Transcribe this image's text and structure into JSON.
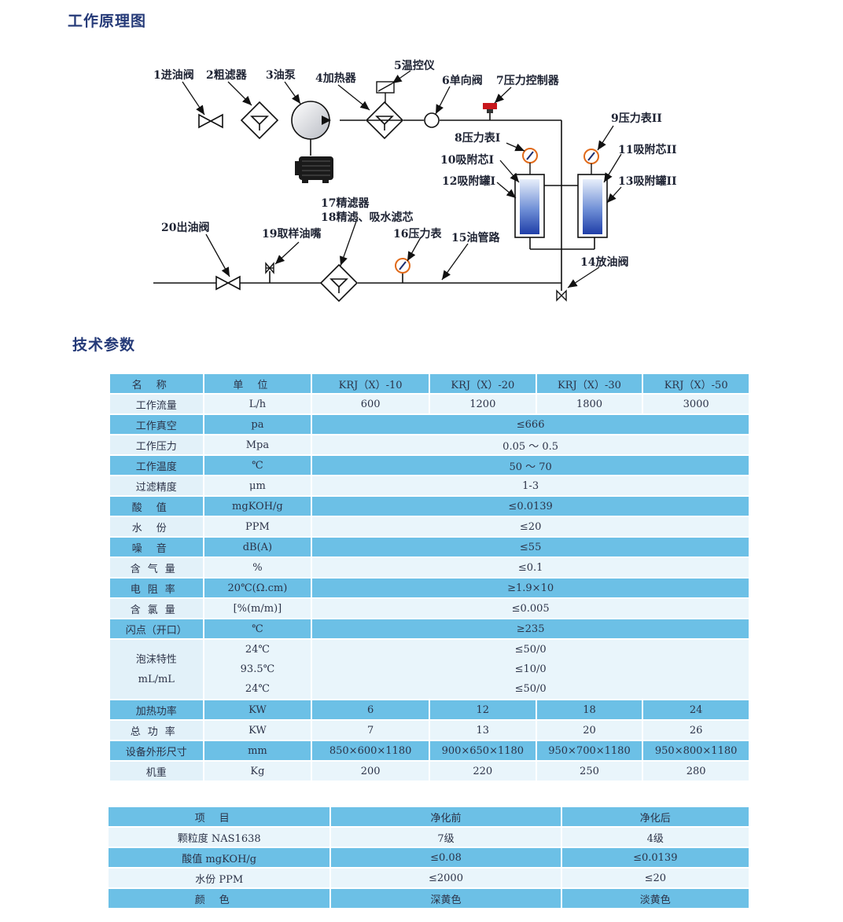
{
  "headings": {
    "principle": "工作原理图",
    "tech": "技术参数"
  },
  "diagram": {
    "labels": {
      "l1": "1进油阀",
      "l2": "2粗滤器",
      "l3": "3油泵",
      "l4": "4加热器",
      "l5": "5温控仪",
      "l6": "6单向阀",
      "l7": "7压力控制器",
      "l8": "8压力表I",
      "l9": "9压力表II",
      "l10": "10吸附芯I",
      "l11": "11吸附芯II",
      "l12": "12吸附罐I",
      "l13": "13吸附罐II",
      "l14": "14放油阀",
      "l15": "15油管路",
      "l16": "16压力表",
      "l17": "17精滤器",
      "l18": "18精滤、吸水滤芯",
      "l19": "19取样油嘴",
      "l20": "20出油阀"
    }
  },
  "spec": {
    "header": [
      "名称",
      "单位",
      "KRJ（X）-10",
      "KRJ（X）-20",
      "KRJ（X）-30",
      "KRJ（X）-50"
    ],
    "rows": [
      {
        "name": "工作流量",
        "unit": "L/h",
        "values": [
          "600",
          "1200",
          "1800",
          "3000"
        ]
      },
      {
        "name": "工作真空",
        "unit": "pa",
        "value": "≤666"
      },
      {
        "name": "工作压力",
        "unit": "Mpa",
        "value": "0.05 ～ 0.5"
      },
      {
        "name": "工作温度",
        "unit": "℃",
        "value": "50 ～ 70"
      },
      {
        "name": "过滤精度",
        "unit": "μm",
        "value": "1-3"
      },
      {
        "name": "酸值",
        "unit": "mgKOH/g",
        "value": "≤0.0139"
      },
      {
        "name": "水份",
        "unit": "PPM",
        "value": "≤20"
      },
      {
        "name": "噪音",
        "unit": "dB(A)",
        "value": "≤55"
      },
      {
        "name": "含气量",
        "unit": "%",
        "value": "≤0.1"
      },
      {
        "name": "电阻率",
        "unit": "20℃(Ω.cm)",
        "value": "≥1.9×10"
      },
      {
        "name": "含氯量",
        "unit": "[%(m/m)]",
        "value": "≤0.005"
      },
      {
        "name": "闪点（开口）",
        "unit": "℃",
        "value": "≥235"
      }
    ],
    "foam": {
      "name": "泡沫特性",
      "name2": "mL/mL",
      "units": [
        "24℃",
        "93.5℃",
        "24℃"
      ],
      "values": [
        "≤50/0",
        "≤10/0",
        "≤50/0"
      ]
    },
    "rows2": [
      {
        "name": "加热功率",
        "unit": "KW",
        "values": [
          "6",
          "12",
          "18",
          "24"
        ]
      },
      {
        "name": "总功率",
        "unit": "KW",
        "values": [
          "7",
          "13",
          "20",
          "26"
        ]
      },
      {
        "name": "设备外形尺寸",
        "unit": "mm",
        "values": [
          "850×600×1180",
          "900×650×1180",
          "950×700×1180",
          "950×800×1180"
        ]
      },
      {
        "name": "机重",
        "unit": "Kg",
        "values": [
          "200",
          "220",
          "250",
          "280"
        ]
      }
    ]
  },
  "purify": {
    "header": [
      "项目",
      "净化前",
      "净化后"
    ],
    "rows": [
      {
        "item": "颗粒度 NAS1638",
        "before": "7级",
        "after": "4级"
      },
      {
        "item": "酸值 mgKOH/g",
        "before": "≤0.08",
        "after": "≤0.0139"
      },
      {
        "item": "水份 PPM",
        "before": "≤2000",
        "after": "≤20"
      },
      {
        "item": "颜色",
        "before": "深黄色",
        "after": "淡黄色"
      }
    ]
  },
  "colors": {
    "heading": "#253a78",
    "row_dark": "#6cc0e6",
    "row_light": "#e9f5fb",
    "gauge": "#e06a1a",
    "tank_blue": "#2c55b8"
  }
}
